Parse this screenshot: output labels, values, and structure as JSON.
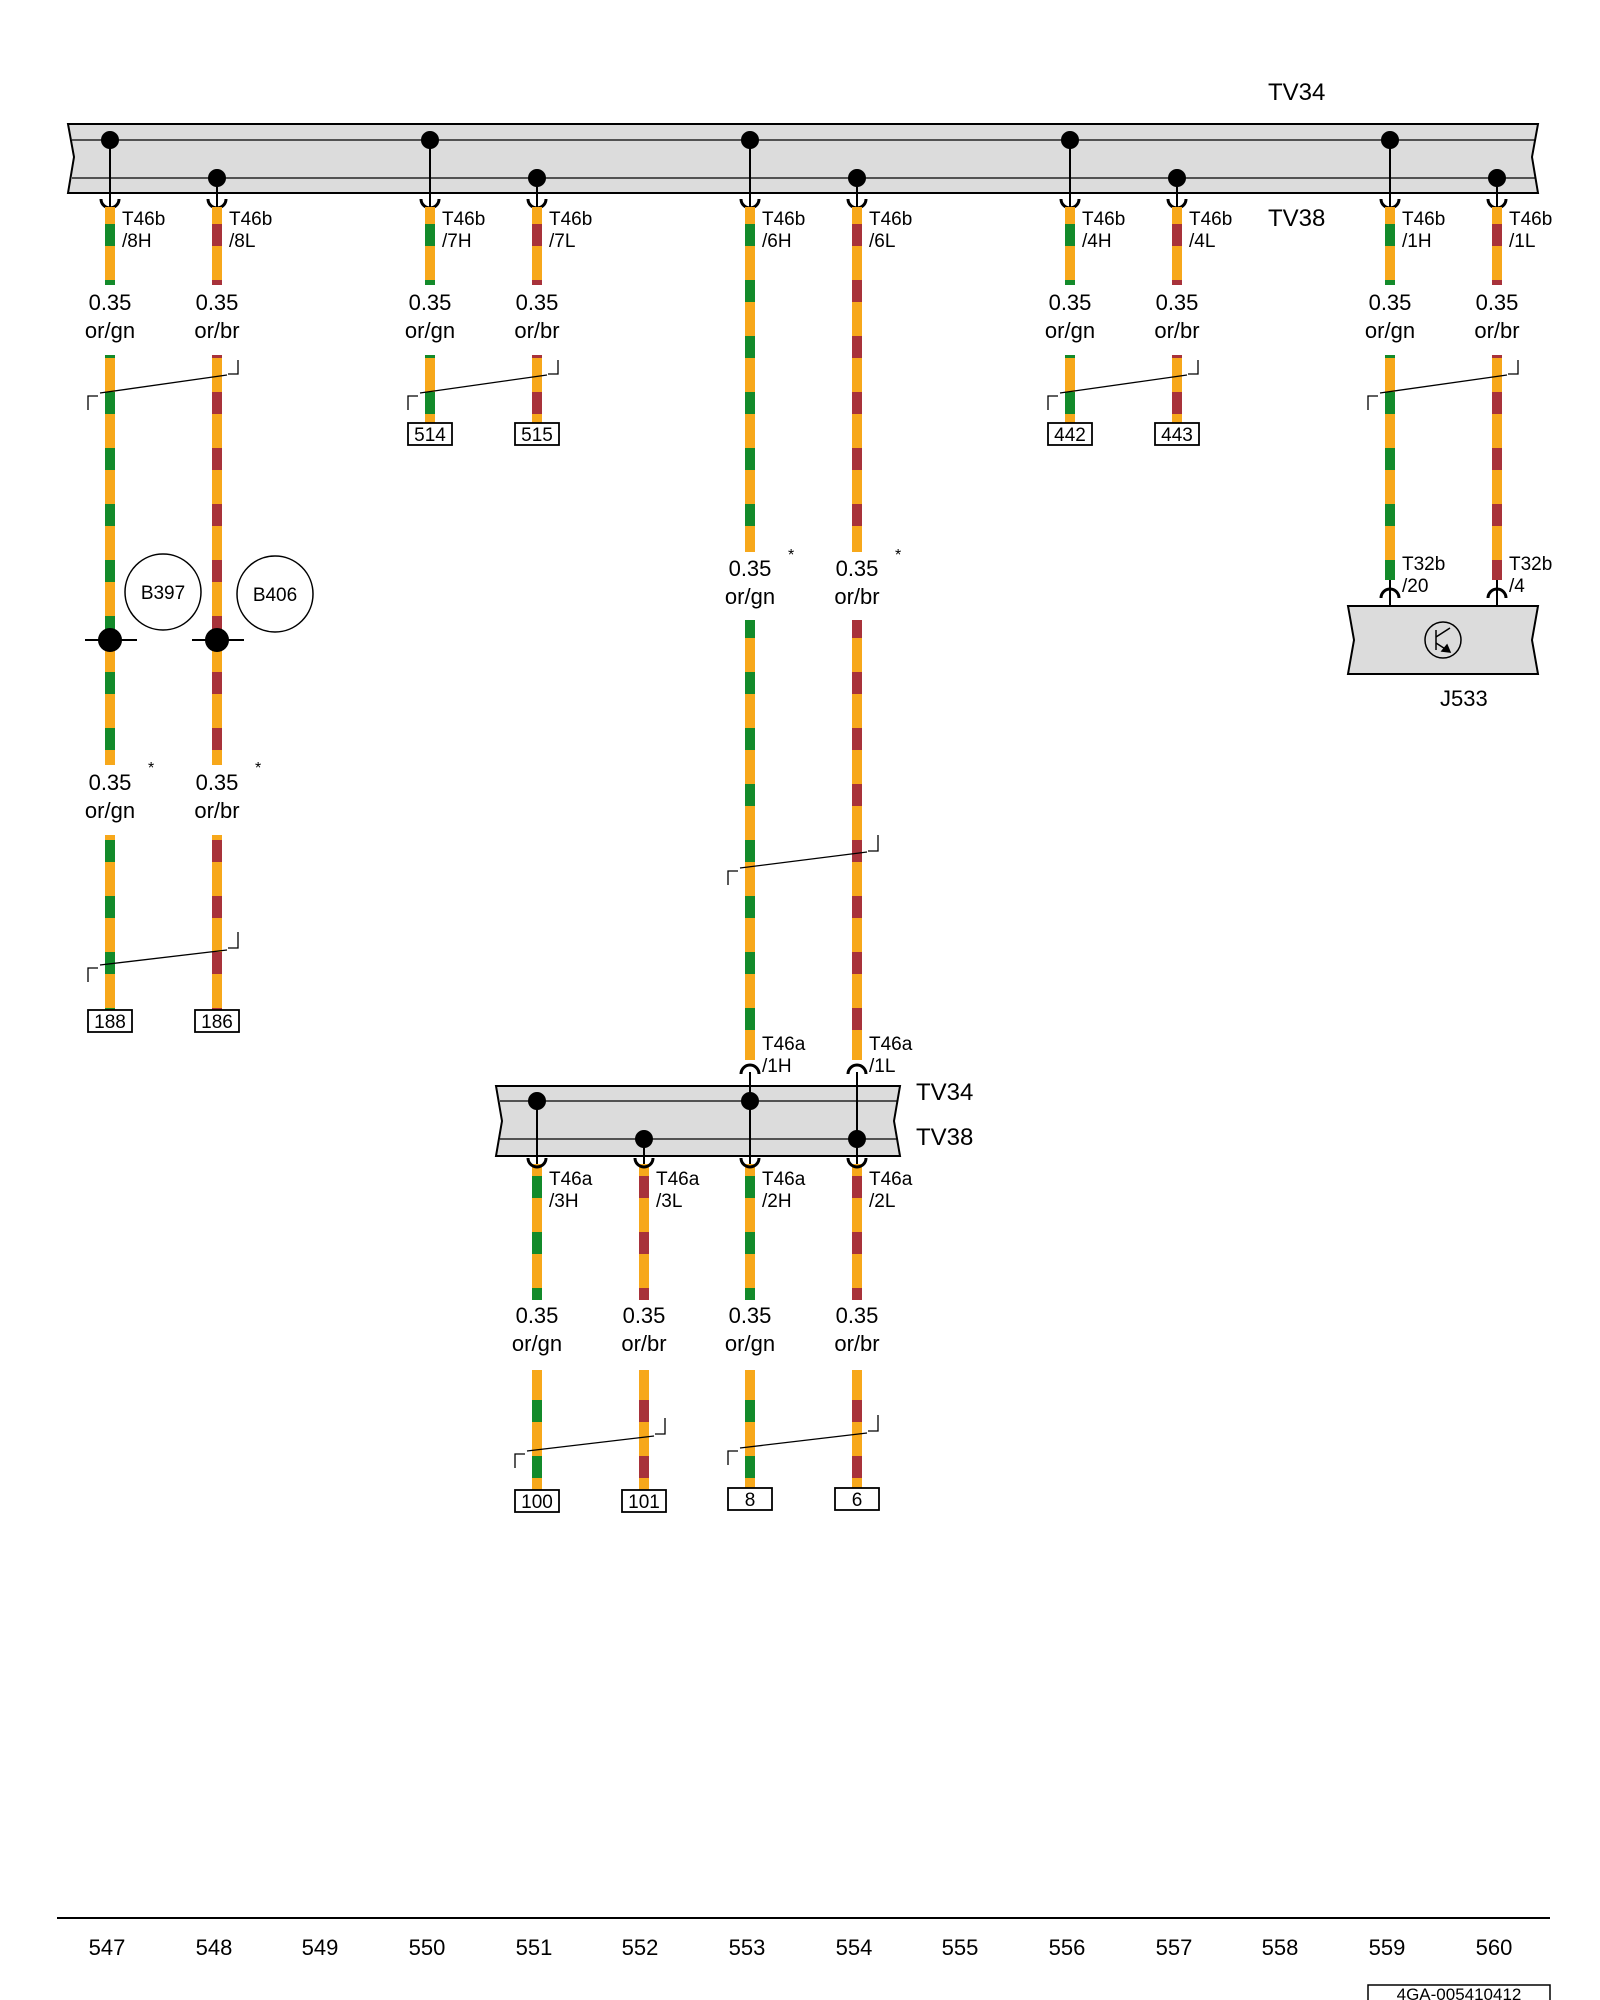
{
  "buses": {
    "top_tv34": "TV34",
    "top_tv38": "TV38",
    "bottom_tv34": "TV34",
    "bottom_tv38": "TV38"
  },
  "connectors_top": [
    {
      "name": "T46b",
      "pin": "/8H"
    },
    {
      "name": "T46b",
      "pin": "/8L"
    },
    {
      "name": "T46b",
      "pin": "/7H"
    },
    {
      "name": "T46b",
      "pin": "/7L"
    },
    {
      "name": "T46b",
      "pin": "/6H"
    },
    {
      "name": "T46b",
      "pin": "/6L"
    },
    {
      "name": "T46b",
      "pin": "/4H"
    },
    {
      "name": "T46b",
      "pin": "/4L"
    },
    {
      "name": "T46b",
      "pin": "/1H"
    },
    {
      "name": "T46b",
      "pin": "/1L"
    }
  ],
  "wire_specs_top": [
    {
      "size": "0.35",
      "color": "or/gn"
    },
    {
      "size": "0.35",
      "color": "or/br"
    },
    {
      "size": "0.35",
      "color": "or/gn"
    },
    {
      "size": "0.35",
      "color": "or/br"
    },
    {
      "size": "0.35",
      "color": "or/gn"
    },
    {
      "size": "0.35",
      "color": "or/br"
    },
    {
      "size": "0.35",
      "color": "or/gn"
    },
    {
      "size": "0.35",
      "color": "or/br"
    }
  ],
  "wire_specs_mid": [
    {
      "size": "0.35",
      "color": "or/gn",
      "mark": "*"
    },
    {
      "size": "0.35",
      "color": "or/br",
      "mark": "*"
    }
  ],
  "wire_specs_left_lower": [
    {
      "size": "0.35",
      "color": "or/gn",
      "mark": "*"
    },
    {
      "size": "0.35",
      "color": "or/br",
      "mark": "*"
    }
  ],
  "splices": [
    "B397",
    "B406"
  ],
  "refs_top": [
    "514",
    "515",
    "442",
    "443"
  ],
  "refs_left": [
    "188",
    "186"
  ],
  "j533": {
    "name": "J533",
    "conn_a": "T32b",
    "pin_a": "/20",
    "conn_b": "T32b",
    "pin_b": "/4"
  },
  "connectors_bottom_in": [
    {
      "name": "T46a",
      "pin": "/1H"
    },
    {
      "name": "T46a",
      "pin": "/1L"
    }
  ],
  "connectors_bottom_out": [
    {
      "name": "T46a",
      "pin": "/3H"
    },
    {
      "name": "T46a",
      "pin": "/3L"
    },
    {
      "name": "T46a",
      "pin": "/2H"
    },
    {
      "name": "T46a",
      "pin": "/2L"
    }
  ],
  "wire_specs_bottom": [
    {
      "size": "0.35",
      "color": "or/gn"
    },
    {
      "size": "0.35",
      "color": "or/br"
    },
    {
      "size": "0.35",
      "color": "or/gn"
    },
    {
      "size": "0.35",
      "color": "or/br"
    }
  ],
  "refs_bottom": [
    "100",
    "101",
    "8",
    "6"
  ],
  "footer": {
    "columns": [
      "547",
      "548",
      "549",
      "550",
      "551",
      "552",
      "553",
      "554",
      "555",
      "556",
      "557",
      "558",
      "559",
      "560"
    ],
    "doc_id": "4GA-005410412"
  },
  "colors": {
    "orange": "#f7a81b",
    "green": "#138a2a",
    "brown": "#a8323a",
    "bus_fill": "#dcdcdc"
  }
}
